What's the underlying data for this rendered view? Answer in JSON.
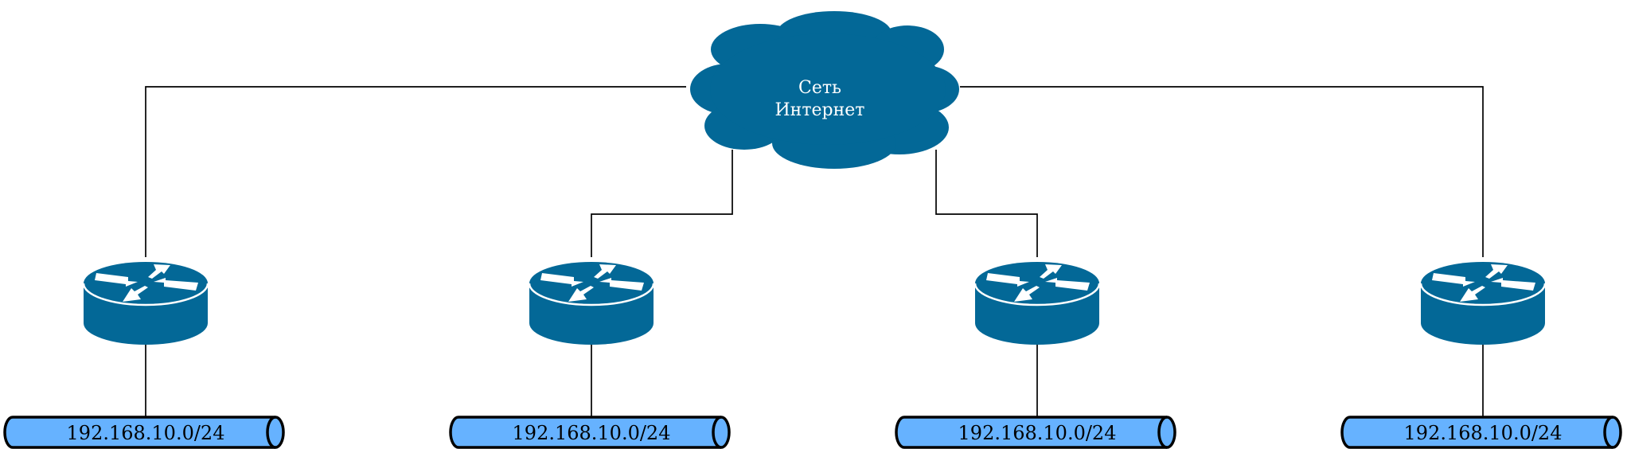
{
  "colors": {
    "cloud": "#036897",
    "router": "#036897",
    "segment_fill": "#66b2ff",
    "segment_stroke": "#000000",
    "wire": "#000000"
  },
  "icons": [
    "cloud-icon",
    "router-icon",
    "network-segment-icon"
  ],
  "cloud": {
    "label_line1": "Сеть",
    "label_line2": "Интернет"
  },
  "segments": [
    {
      "label": "192.168.10.0/24"
    },
    {
      "label": "192.168.10.0/24"
    },
    {
      "label": "192.168.10.0/24"
    },
    {
      "label": "192.168.10.0/24"
    }
  ]
}
